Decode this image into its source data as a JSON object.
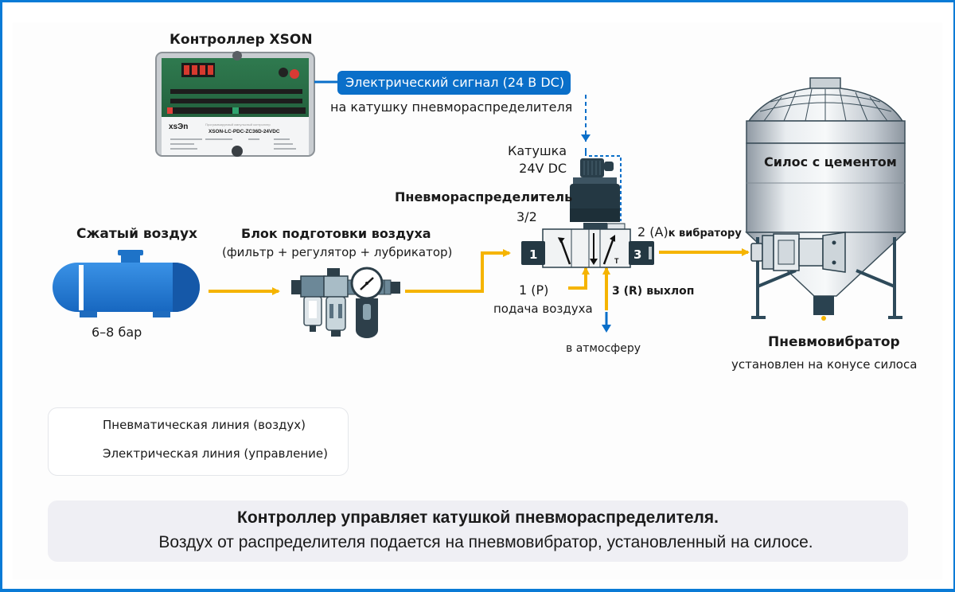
{
  "colors": {
    "pneumatic": "#f5b400",
    "electric": "#0a6fc9",
    "frame": "#0a7bd6",
    "tank": "#1f78d1",
    "caption_bg": "#efeff4"
  },
  "controller": {
    "title": "Контроллер XSON",
    "brand": "xsЭn",
    "model": "XSON-LC-PDC-ZC36D-24VDC",
    "subtitle": "Программируемый импульсный контроллер",
    "display": "8.8.8.8"
  },
  "signal": {
    "pill_label": "Электрический сигнал (24 В DC)",
    "sub_label": "на катушку пневмораспределителя"
  },
  "coil": {
    "line1": "Катушка",
    "line2": "24V DC"
  },
  "valve": {
    "title": "Пневмораспределитель",
    "type": "3/2",
    "port_left": "1",
    "port_right": "3",
    "port2_label": "2 (A)",
    "port2_dest": "к вибратору",
    "p1_label": "1 (P)",
    "p1_sub": "подача воздуха",
    "r3_label": "3 (R)",
    "r3_sub": "выхлоп",
    "atmosphere": "в атмосферу"
  },
  "air_source": {
    "title": "Сжатый воздух",
    "pressure": "6–8 бар"
  },
  "frl": {
    "title": "Блок подготовки воздуха",
    "subtitle": "(фильтр + регулятор + лубрикатор)"
  },
  "silo": {
    "label": "Силос с цементом",
    "vibrator_title": "Пневмовибратор",
    "vibrator_sub": "установлен на конусе силоса"
  },
  "legend": {
    "items": [
      {
        "label": "Пневматическая линия (воздух)",
        "kind": "pneumatic"
      },
      {
        "label": "Электрическая линия (управление)",
        "kind": "electric"
      }
    ]
  },
  "caption": {
    "line1": "Контроллер управляет катушкой пневмораспределителя.",
    "line2": "Воздух от распределителя подается на пневмовибратор, установленный на силосе."
  }
}
